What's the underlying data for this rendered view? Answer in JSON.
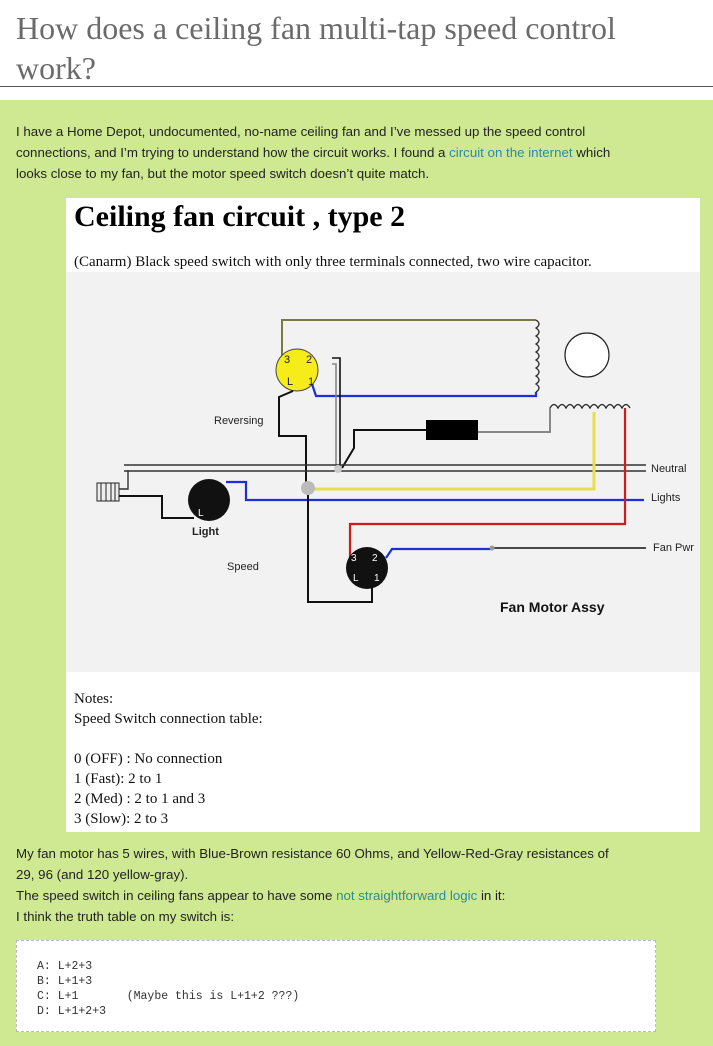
{
  "page": {
    "title": "How does a ceiling fan multi-tap speed control work?"
  },
  "intro": {
    "line1": "I have a Home Depot, undocumented, no-name ceiling fan and I’ve messed up the speed control",
    "line2": "connections, and I’m trying to understand how the circuit works. I found a",
    "link": "circuit on the internet",
    "line2_end": "which",
    "line3": "looks close to my fan, but the motor speed switch doesn’t quite match."
  },
  "figure": {
    "title": "Ceiling fan circuit , type 2",
    "subtitle": "(Canarm) Black speed switch with only three terminals connected, two wire capacitor.",
    "labels": {
      "reversing": "Reversing",
      "light": "Light",
      "speed": "Speed",
      "neutral": "Neutral",
      "lights": "Lights",
      "fan_pwr": "Fan Pwr",
      "motor": "Fan Motor Assy",
      "t3": "3",
      "t2": "2",
      "tl": "L",
      "t1": "1"
    },
    "colors": {
      "yellow_switch": "#f5ec1a",
      "black_switch": "#111111",
      "blue": "#1f2fd8",
      "red": "#d11a1a",
      "yellow_wire": "#e8e04a",
      "olive_wire": "#7a7a40",
      "gray_wire": "#888888"
    },
    "notes": {
      "heading": "Notes:",
      "table_title": "Speed Switch connection table:",
      "rows": [
        "0 (OFF) : No connection",
        "1 (Fast): 2 to 1",
        "2 (Med) : 2 to 1 and 3",
        "3 (Slow): 2 to 3"
      ]
    }
  },
  "body": {
    "line1": "My fan motor has 5 wires, with Blue-Brown resistance 60 Ohms, and Yellow-Red-Gray resistances of",
    "line2": "29, 96 (and 120 yellow-gray).",
    "line3_pre": "The speed switch in ceiling fans appear to have some",
    "line3_link": "not straightforward logic",
    "line3_post": "in it:",
    "line4": "I think the truth table on my switch is:"
  },
  "code": {
    "lines": [
      "A: L+2+3",
      "B: L+1+3",
      "C: L+1       (Maybe this is L+1+2 ???)",
      "D: L+1+2+3"
    ]
  }
}
